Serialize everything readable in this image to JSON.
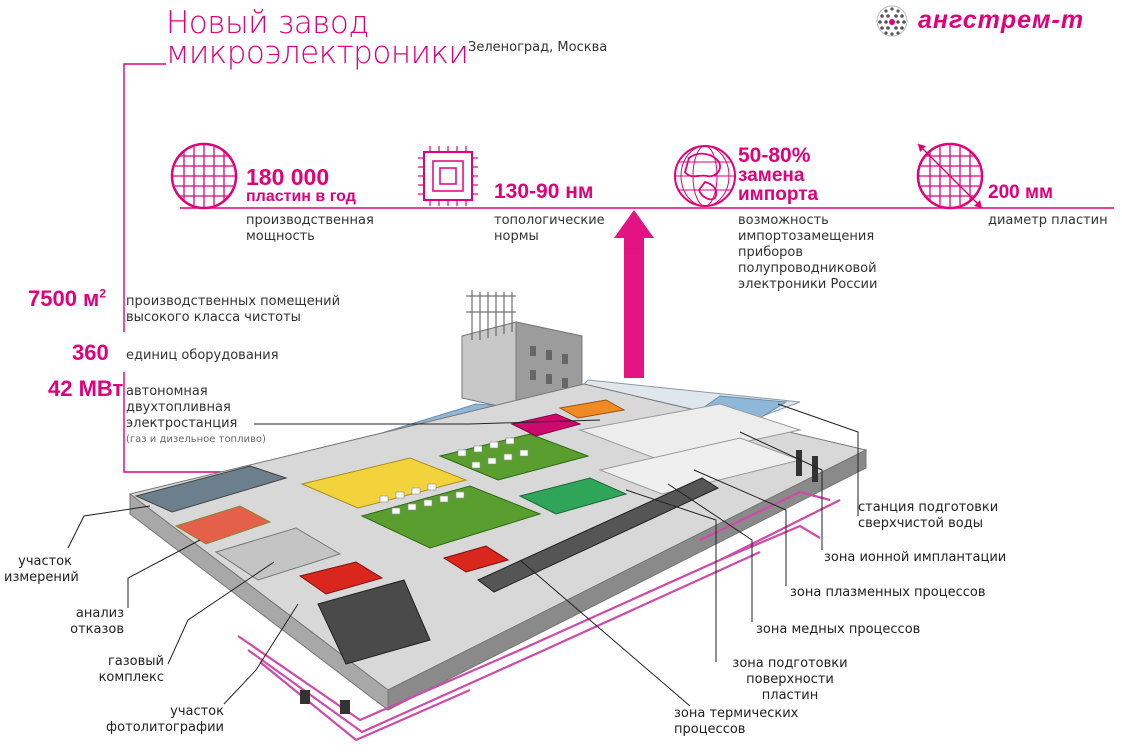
{
  "header": {
    "title_line1": "Новый завод",
    "title_line2": "микроэлектроники",
    "location": "Зеленоград, Москва",
    "logo_text": "ангстрем-т"
  },
  "kpis": [
    {
      "value_line1": "180 000",
      "value_line2": "пластин в год",
      "desc_line1": "производственная",
      "desc_line2": "мощность",
      "icon": "wafer-icon"
    },
    {
      "value_line1": "130-90 нм",
      "desc_line1": "топологические",
      "desc_line2": "нормы",
      "icon": "chip-icon"
    },
    {
      "value_line1": "50-80%",
      "value_line2": "замена",
      "value_line3": "импорта",
      "desc_line1": "возможность",
      "desc_line2": "импортозамещения",
      "desc_line3": "приборов",
      "desc_line4": "полупроводниковой",
      "desc_line5": "электроники России",
      "icon": "globe-icon"
    },
    {
      "value_line1": "200 мм",
      "desc_line1": "диаметр пластин",
      "icon": "wafer-icon"
    }
  ],
  "facts": [
    {
      "value": "7500 м",
      "sup": "2",
      "desc_line1": "производственных помещений",
      "desc_line2": "высокого класса чистоты"
    },
    {
      "value": "360",
      "desc_line1": "единиц оборудования"
    },
    {
      "value": "42 МВт",
      "desc_line1": "автономная",
      "desc_line2": "двухтопливная",
      "desc_line3": "электростанция",
      "note": "(газ и дизельное топливо)"
    }
  ],
  "zones_left": [
    {
      "line1": "участок",
      "line2": "измерений"
    },
    {
      "line1": "анализ",
      "line2": "отказов"
    },
    {
      "line1": "газовый",
      "line2": "комплекс"
    },
    {
      "line1": "участок",
      "line2": "фотолитографии"
    }
  ],
  "zones_right": [
    {
      "line1": "станция подготовки",
      "line2": "сверхчистой воды"
    },
    {
      "line1": "зона ионной имплантации"
    },
    {
      "line1": "зона плазменных процессов"
    },
    {
      "line1": "зона медных процессов"
    },
    {
      "line1": "зона подготовки",
      "line2": "поверхности пластин"
    },
    {
      "line1": "зона термических",
      "line2": "процессов"
    }
  ],
  "colors": {
    "accent": "#e2007a",
    "yellow": "#f3d33c",
    "green": "#5a9e2f",
    "blue": "#8fb8d8",
    "red": "#d9271e",
    "orange": "#f08a24",
    "gray": "#8c8c8c"
  }
}
